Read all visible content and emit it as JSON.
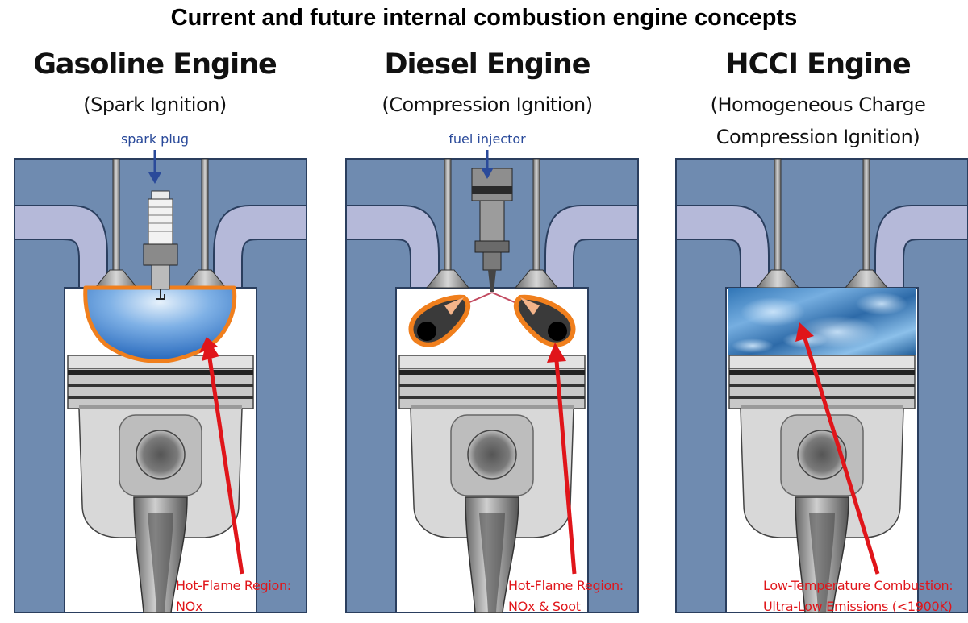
{
  "title": "Current and future internal combustion engine concepts",
  "engines": [
    {
      "name": "Gasoline Engine",
      "subtitle": [
        "(Spark Ignition)"
      ],
      "component_label": "spark plug",
      "callout": [
        "Hot-Flame Region:",
        "NOx"
      ]
    },
    {
      "name": "Diesel Engine",
      "subtitle": [
        "(Compression Ignition)"
      ],
      "component_label": "fuel injector",
      "callout": [
        "Hot-Flame Region:",
        "NOx & Soot"
      ]
    },
    {
      "name": "HCCI Engine",
      "subtitle": [
        "(Homogeneous Charge",
        "Compression Ignition)"
      ],
      "callout": [
        "Low-Temperature Combustion:",
        "Ultra-Low Emissions (<1900K)"
      ]
    }
  ],
  "colors": {
    "cylinder_block": "#6f8bb0",
    "intake_port": "#b5b9d9",
    "piston": "#d8d8d8",
    "flame_blue": "#5a96d8",
    "flame_edge": "#f07f1d",
    "callout_arrow": "#e0151a",
    "label_arrow": "#2a4a9a"
  }
}
